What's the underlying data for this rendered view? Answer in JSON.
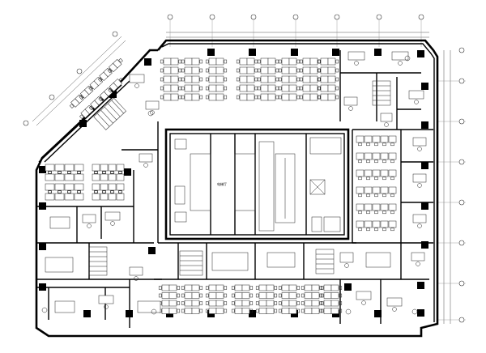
{
  "plan": {
    "core_label": "电梯厅",
    "core_subtitle": "",
    "workstation_zones": [
      {
        "zone": "north",
        "label": ""
      },
      {
        "zone": "northwest",
        "label": ""
      },
      {
        "zone": "west",
        "label": ""
      },
      {
        "zone": "east",
        "label": ""
      },
      {
        "zone": "south",
        "label": ""
      }
    ]
  }
}
